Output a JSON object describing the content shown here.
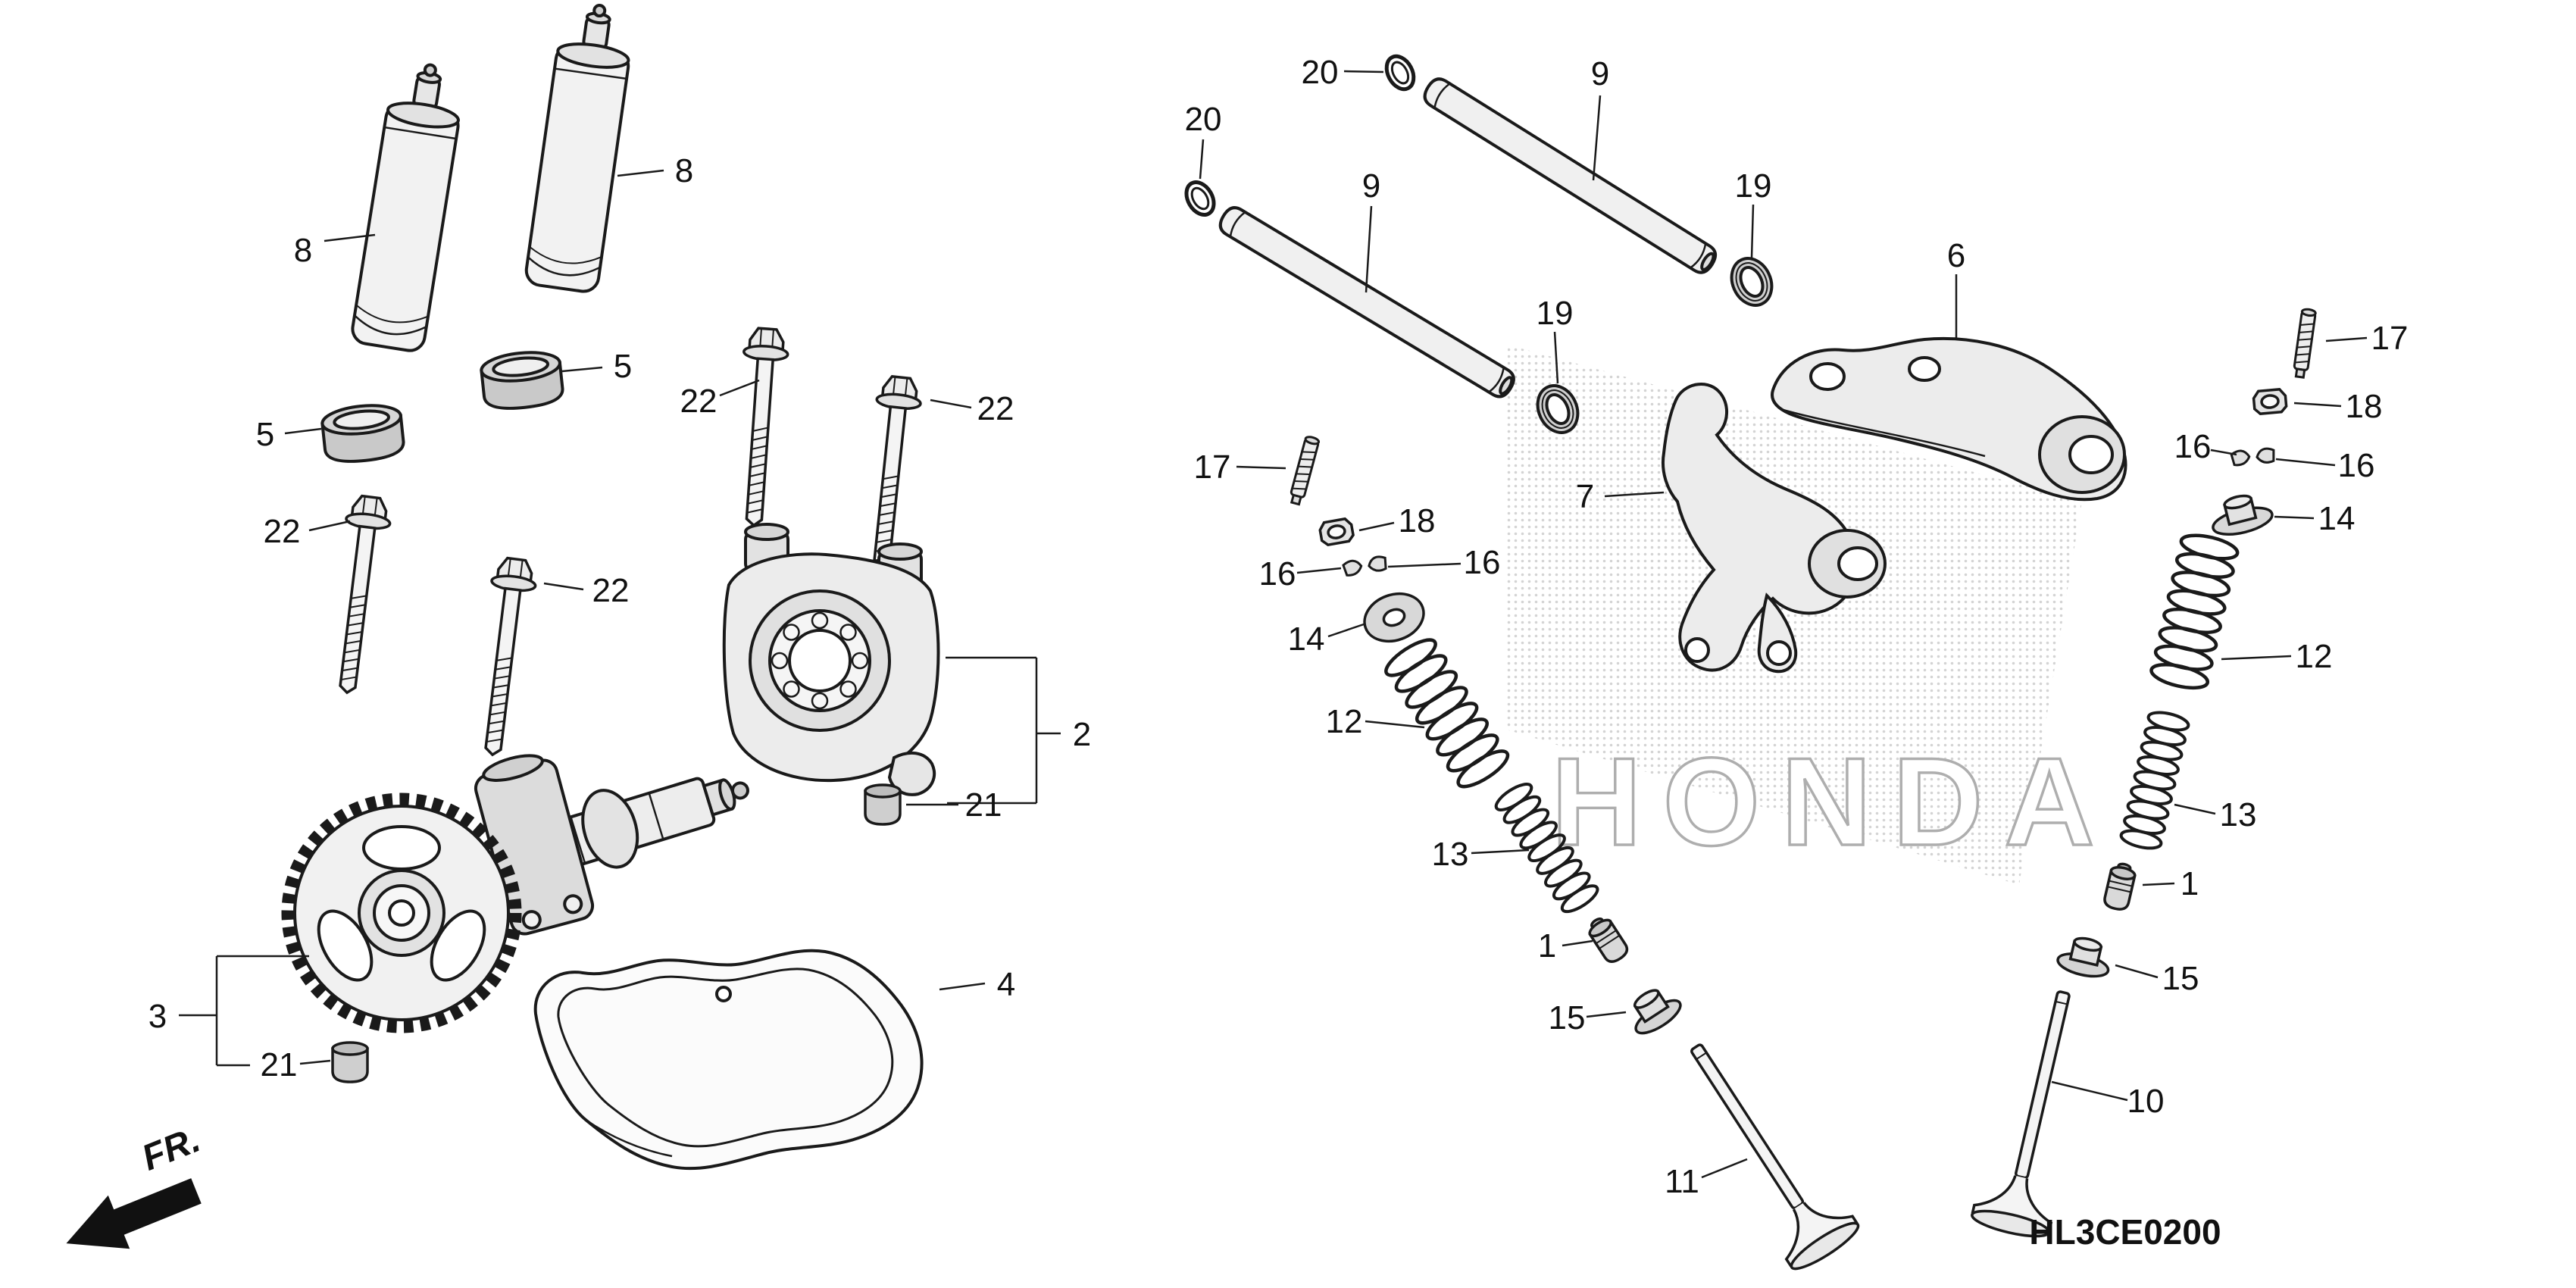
{
  "diagram": {
    "code": "HL3CE0200",
    "fr_label": "FR.",
    "watermark": "HONDA"
  },
  "callouts": [
    "8",
    "8",
    "5",
    "5",
    "22",
    "22",
    "22",
    "22",
    "2",
    "21",
    "3",
    "21",
    "4",
    "20",
    "20",
    "9",
    "9",
    "19",
    "19",
    "6",
    "7",
    "17",
    "18",
    "16",
    "16",
    "14",
    "12",
    "13",
    "1",
    "15",
    "11",
    "17",
    "18",
    "16",
    "16",
    "14",
    "12",
    "13",
    "1",
    "15",
    "10"
  ]
}
